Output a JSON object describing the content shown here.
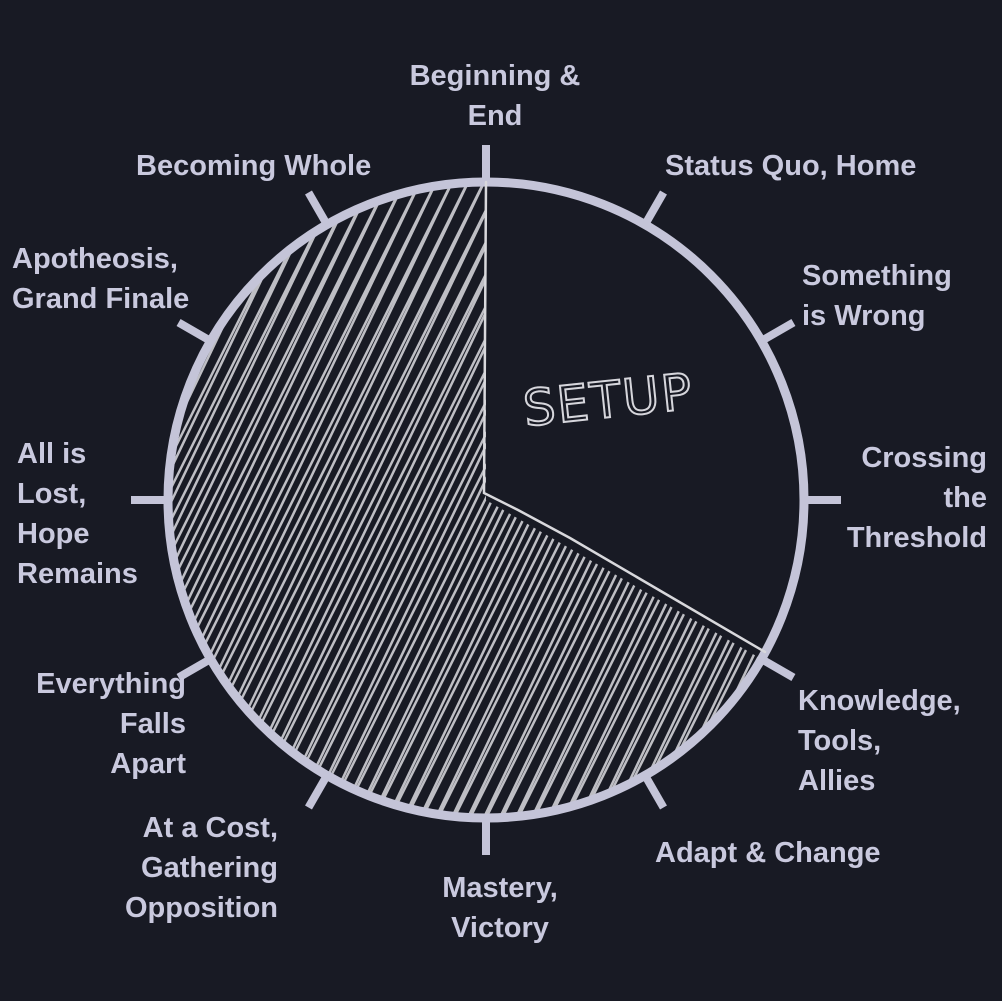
{
  "colors": {
    "background": "#181a24",
    "ring": "#c4c4d8",
    "text": "#c9c9de",
    "chalk": "#e0e0e4"
  },
  "diagram": {
    "center_label": "Setup",
    "setup_fraction": 0.3333,
    "labels": {
      "beginning_end": [
        "Beginning &",
        "End"
      ],
      "status_quo": [
        "Status Quo, Home"
      ],
      "something_wrong": [
        "Something",
        "is Wrong"
      ],
      "crossing": [
        "Crossing",
        "the",
        "Threshold"
      ],
      "knowledge": [
        "Knowledge,",
        "Tools,",
        "Allies"
      ],
      "adapt": [
        "Adapt & Change"
      ],
      "mastery": [
        "Mastery,",
        "Victory"
      ],
      "at_a_cost": [
        "At a Cost,",
        "Gathering",
        "Opposition"
      ],
      "everything_falls": [
        "Everything",
        "Falls",
        "Apart"
      ],
      "all_is_lost": [
        "All is",
        "Lost,",
        "Hope",
        "Remains"
      ],
      "apotheosis": [
        "Apotheosis,",
        "Grand Finale"
      ],
      "becoming_whole": [
        "Becoming Whole"
      ]
    }
  }
}
